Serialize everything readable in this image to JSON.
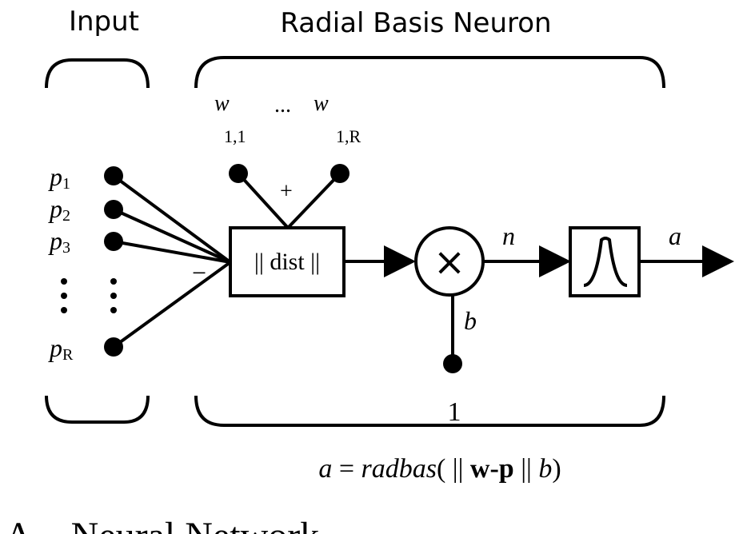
{
  "title_input": "Input",
  "title_neuron": "Radial Basis Neuron",
  "inputs": {
    "p1": "p",
    "p1_sub": "1",
    "p2": "p",
    "p2_sub": "2",
    "p3": "p",
    "p3_sub": "3",
    "pR": "p",
    "pR_sub": "R",
    "ellipsis": "⋮"
  },
  "weights": {
    "w_first": "w",
    "w_first_sub": "1,1",
    "dots": "...",
    "w_last": "w",
    "w_last_sub": "1,R",
    "plus": "+",
    "minus": "−"
  },
  "dist_label": "|| dist ||",
  "multiply_symbol": "×",
  "n_label": "n",
  "b_label": "b",
  "bias_value": "1",
  "a_label": "a",
  "equation": {
    "lhs": "a",
    "equals": " = ",
    "func": "radbas",
    "open": "( || ",
    "vec": "w-p",
    "mid": " || ",
    "b": "b",
    "close": ")"
  },
  "caption_partial": "A... Neural Network"
}
